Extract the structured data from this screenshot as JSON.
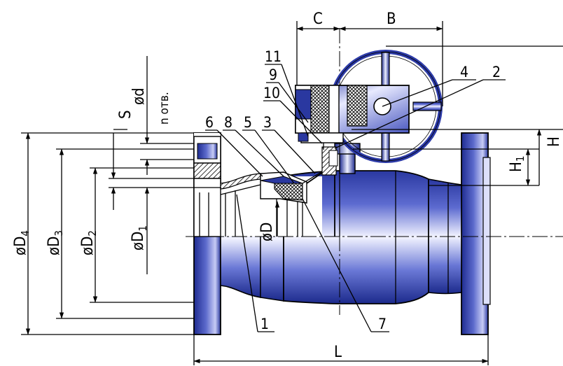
{
  "title": "",
  "dimensions": {
    "L": "L",
    "B": "B",
    "C": "C",
    "H": "H",
    "H1": "H",
    "H1_sub": "1",
    "D": "øD",
    "D1": "øD",
    "D1_sub": "1",
    "D2": "øD",
    "D2_sub": "2",
    "D3": "øD",
    "D3_sub": "3",
    "D4": "øD",
    "D4_sub": "4",
    "d": "ød",
    "S": "S",
    "holes": "n отв."
  },
  "callouts": [
    "1",
    "2",
    "3",
    "4",
    "5",
    "6",
    "7",
    "8",
    "9",
    "10",
    "11"
  ],
  "colors": {
    "body": "#2a3a9e",
    "body_light": "#eef0ff",
    "outline": "#000000",
    "handwheel": "#2c3aa8"
  }
}
